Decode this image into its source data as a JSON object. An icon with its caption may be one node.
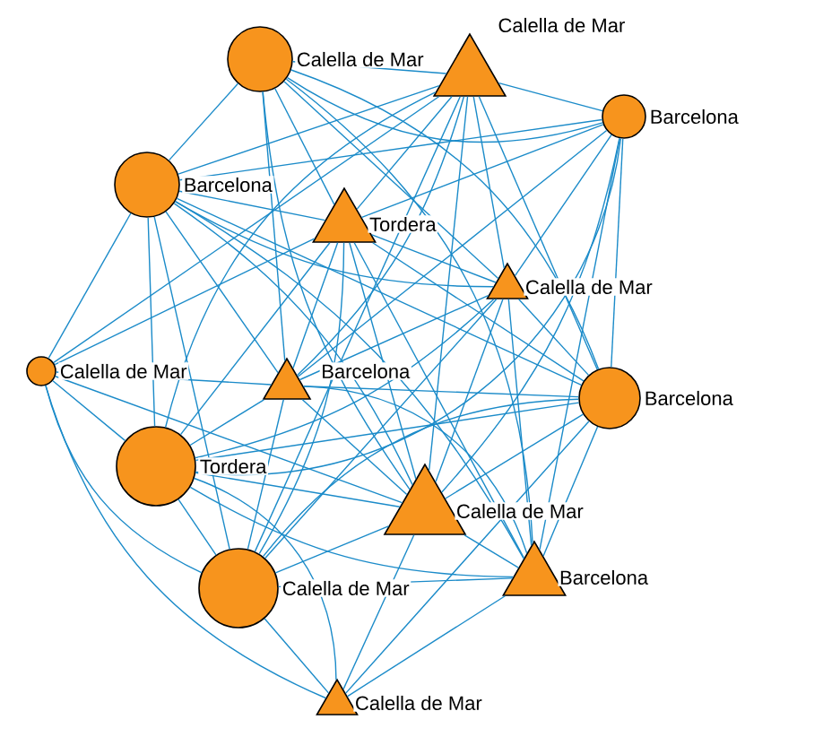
{
  "diagram": {
    "nodes": [
      {
        "text": [],
        "shape": "circle",
        "beside": [
          "Calella de Mar"
        ]
      },
      {
        "text": [],
        "shape": "triangle",
        "beside": [
          "Calella de Mar"
        ]
      },
      {
        "text": [],
        "shape": "circle",
        "beside": [
          "Barcelona"
        ]
      },
      {
        "text": [],
        "shape": "circle",
        "beside": [
          "Barcelona"
        ]
      },
      {
        "text": [],
        "shape": "triangle",
        "beside": [
          "Tordera"
        ]
      },
      {
        "text": [],
        "shape": "triangle",
        "beside": [
          "Calella de Mar"
        ]
      },
      {
        "text": [],
        "shape": "circle",
        "beside": [
          "Calella de Mar"
        ]
      },
      {
        "text": [],
        "shape": "triangle",
        "beside": [
          "Barcelona"
        ]
      },
      {
        "text": [],
        "shape": "circle",
        "beside": [
          "Barcelona"
        ]
      },
      {
        "text": [],
        "shape": "circle",
        "beside": [
          "Tordera"
        ]
      },
      {
        "text": [],
        "shape": "triangle",
        "beside": [
          "Calella de Mar"
        ]
      },
      {
        "text": [],
        "shape": "circle",
        "beside": [
          "Calella de Mar"
        ]
      },
      {
        "text": [],
        "shape": "triangle",
        "beside": [
          "Barcelona"
        ]
      },
      {
        "text": [],
        "shape": "triangle",
        "beside": [
          "Calella de Mar"
        ]
      }
    ],
    "edges": [
      {
        "from": 0,
        "to": 1,
        "arrow": "none"
      },
      {
        "from": 0,
        "to": 2,
        "arrow": "none"
      },
      {
        "from": 0,
        "to": 3,
        "arrow": "none"
      },
      {
        "from": 0,
        "to": 4,
        "arrow": "none"
      },
      {
        "from": 0,
        "to": 5,
        "arrow": "none"
      },
      {
        "from": 0,
        "to": 7,
        "arrow": "none"
      },
      {
        "from": 0,
        "to": 8,
        "arrow": "none"
      },
      {
        "from": 0,
        "to": 10,
        "arrow": "none"
      },
      {
        "from": 0,
        "to": 12,
        "arrow": "none"
      },
      {
        "from": 1,
        "to": 2,
        "arrow": "none"
      },
      {
        "from": 1,
        "to": 3,
        "arrow": "none"
      },
      {
        "from": 1,
        "to": 4,
        "arrow": "none"
      },
      {
        "from": 1,
        "to": 5,
        "arrow": "none"
      },
      {
        "from": 1,
        "to": 6,
        "arrow": "none"
      },
      {
        "from": 1,
        "to": 7,
        "arrow": "none"
      },
      {
        "from": 1,
        "to": 8,
        "arrow": "none"
      },
      {
        "from": 1,
        "to": 9,
        "arrow": "none"
      },
      {
        "from": 1,
        "to": 10,
        "arrow": "none"
      },
      {
        "from": 1,
        "to": 11,
        "arrow": "none"
      },
      {
        "from": 2,
        "to": 3,
        "arrow": "none"
      },
      {
        "from": 2,
        "to": 4,
        "arrow": "none"
      },
      {
        "from": 2,
        "to": 5,
        "arrow": "none"
      },
      {
        "from": 2,
        "to": 7,
        "arrow": "none"
      },
      {
        "from": 2,
        "to": 8,
        "arrow": "none"
      },
      {
        "from": 2,
        "to": 9,
        "arrow": "none"
      },
      {
        "from": 2,
        "to": 10,
        "arrow": "none"
      },
      {
        "from": 2,
        "to": 12,
        "arrow": "none"
      },
      {
        "from": 3,
        "to": 4,
        "arrow": "none"
      },
      {
        "from": 3,
        "to": 5,
        "arrow": "none"
      },
      {
        "from": 3,
        "to": 6,
        "arrow": "none"
      },
      {
        "from": 3,
        "to": 7,
        "arrow": "none"
      },
      {
        "from": 3,
        "to": 8,
        "arrow": "none"
      },
      {
        "from": 3,
        "to": 9,
        "arrow": "none"
      },
      {
        "from": 3,
        "to": 10,
        "arrow": "none"
      },
      {
        "from": 3,
        "to": 11,
        "arrow": "none"
      },
      {
        "from": 3,
        "to": 12,
        "arrow": "none"
      },
      {
        "from": 4,
        "to": 5,
        "arrow": "none"
      },
      {
        "from": 4,
        "to": 6,
        "arrow": "none"
      },
      {
        "from": 4,
        "to": 7,
        "arrow": "none"
      },
      {
        "from": 4,
        "to": 8,
        "arrow": "none"
      },
      {
        "from": 4,
        "to": 9,
        "arrow": "none"
      },
      {
        "from": 4,
        "to": 10,
        "arrow": "none"
      },
      {
        "from": 4,
        "to": 11,
        "arrow": "none"
      },
      {
        "from": 4,
        "to": 12,
        "arrow": "none"
      },
      {
        "from": 5,
        "to": 7,
        "arrow": "none"
      },
      {
        "from": 5,
        "to": 8,
        "arrow": "none"
      },
      {
        "from": 5,
        "to": 9,
        "arrow": "none"
      },
      {
        "from": 5,
        "to": 10,
        "arrow": "none"
      },
      {
        "from": 5,
        "to": 11,
        "arrow": "none"
      },
      {
        "from": 5,
        "to": 12,
        "arrow": "none"
      },
      {
        "from": 6,
        "to": 7,
        "arrow": "none"
      },
      {
        "from": 6,
        "to": 9,
        "arrow": "none"
      },
      {
        "from": 6,
        "to": 10,
        "arrow": "none"
      },
      {
        "from": 6,
        "to": 11,
        "arrow": "none"
      },
      {
        "from": 6,
        "to": 13,
        "arrow": "none"
      },
      {
        "from": 7,
        "to": 8,
        "arrow": "none"
      },
      {
        "from": 7,
        "to": 9,
        "arrow": "none"
      },
      {
        "from": 7,
        "to": 10,
        "arrow": "none"
      },
      {
        "from": 7,
        "to": 11,
        "arrow": "none"
      },
      {
        "from": 7,
        "to": 12,
        "arrow": "none"
      },
      {
        "from": 8,
        "to": 9,
        "arrow": "none"
      },
      {
        "from": 8,
        "to": 10,
        "arrow": "none"
      },
      {
        "from": 8,
        "to": 11,
        "arrow": "none"
      },
      {
        "from": 8,
        "to": 12,
        "arrow": "none"
      },
      {
        "from": 8,
        "to": 13,
        "arrow": "none"
      },
      {
        "from": 9,
        "to": 10,
        "arrow": "none"
      },
      {
        "from": 9,
        "to": 11,
        "arrow": "none"
      },
      {
        "from": 9,
        "to": 12,
        "arrow": "none"
      },
      {
        "from": 9,
        "to": 13,
        "arrow": "none"
      },
      {
        "from": 10,
        "to": 11,
        "arrow": "none"
      },
      {
        "from": 10,
        "to": 12,
        "arrow": "none"
      },
      {
        "from": 10,
        "to": 13,
        "arrow": "none"
      },
      {
        "from": 11,
        "to": 12,
        "arrow": "none"
      },
      {
        "from": 11,
        "to": 13,
        "arrow": "none"
      },
      {
        "from": 12,
        "to": 13,
        "arrow": "none"
      }
    ]
  }
}
